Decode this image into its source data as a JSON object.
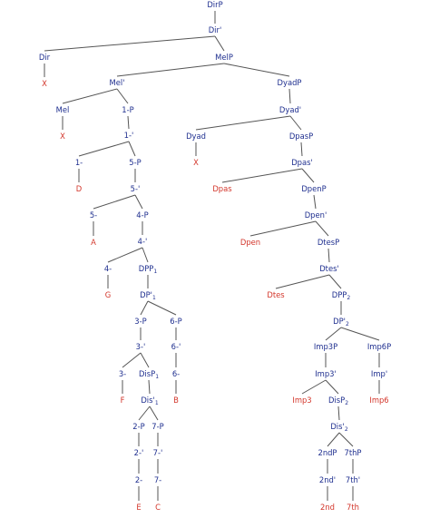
{
  "tree": {
    "nodes": {
      "DirP": "DirP",
      "Dir1": "Dir'",
      "Dir": "Dir",
      "MelP": "MelP",
      "X1": "X",
      "Mel1": "Mel'",
      "DyadP": "DyadP",
      "Mel": "Mel",
      "P1": "1-P",
      "Dyad1": "Dyad'",
      "X2": "X",
      "One1": "1-'",
      "Dyad": "Dyad",
      "DpasP": "DpasP",
      "One": "1-",
      "P5": "5-P",
      "X3": "X",
      "Dpas1": "Dpas'",
      "D": "D",
      "Five1": "5-'",
      "Dpas": "Dpas",
      "DpenP": "DpenP",
      "Five": "5-",
      "P4": "4-P",
      "Dpen1": "Dpen'",
      "A": "A",
      "Four1": "4-'",
      "Dpen": "Dpen",
      "DtesP": "DtesP",
      "Four": "4-",
      "DPP1": "DPP",
      "Dtes1": "Dtes'",
      "G": "G",
      "DP11": "DP'",
      "Dtes": "Dtes",
      "DPP2": "DPP",
      "P3": "3-P",
      "P6": "6-P",
      "DP21": "DP'",
      "Three1": "3-'",
      "Six1": "6-'",
      "Imp3P": "Imp3P",
      "Imp6P": "Imp6P",
      "Three": "3-",
      "DisP1": "DisP",
      "Six": "6-",
      "Imp31": "Imp3'",
      "Imp61": "Imp'",
      "F": "F",
      "Dis11": "Dis'",
      "B": "B",
      "Imp3": "Imp3",
      "DisP2": "DisP",
      "Imp6": "Imp6",
      "P2": "2-P",
      "P7": "7-P",
      "Dis21": "Dis'",
      "Two1": "2-'",
      "Seven1": "7-'",
      "NdP": "2ndP",
      "ThP": "7thP",
      "Two": "2-",
      "Seven": "7-",
      "Nd1": "2nd'",
      "Th1": "7th'",
      "E": "E",
      "C": "C",
      "Nd": "2nd",
      "Th": "7th"
    },
    "subscripts": {
      "DPP1": "1",
      "DP11": "1",
      "DisP1": "1",
      "Dis11": "1",
      "DPP2": "2",
      "DP21": "2",
      "DisP2": "2",
      "Dis21": "2"
    },
    "leaves": [
      "X1",
      "X2",
      "X3",
      "D",
      "A",
      "G",
      "F",
      "B",
      "E",
      "C",
      "Dpas",
      "Dpen",
      "Dtes",
      "Imp3",
      "Imp6",
      "Nd",
      "Th"
    ],
    "edges": [
      [
        "DirP",
        "Dir1"
      ],
      [
        "Dir1",
        "Dir"
      ],
      [
        "Dir1",
        "MelP"
      ],
      [
        "Dir",
        "X1"
      ],
      [
        "MelP",
        "Mel1"
      ],
      [
        "MelP",
        "DyadP"
      ],
      [
        "Mel1",
        "Mel"
      ],
      [
        "Mel1",
        "P1"
      ],
      [
        "Mel",
        "X2"
      ],
      [
        "P1",
        "One1"
      ],
      [
        "One1",
        "One"
      ],
      [
        "One1",
        "P5"
      ],
      [
        "One",
        "D"
      ],
      [
        "P5",
        "Five1"
      ],
      [
        "Five1",
        "Five"
      ],
      [
        "Five1",
        "P4"
      ],
      [
        "Five",
        "A"
      ],
      [
        "P4",
        "Four1"
      ],
      [
        "Four1",
        "Four"
      ],
      [
        "Four1",
        "DPP1"
      ],
      [
        "Four",
        "G"
      ],
      [
        "DPP1",
        "DP11"
      ],
      [
        "DP11",
        "P3"
      ],
      [
        "DP11",
        "P6"
      ],
      [
        "P3",
        "Three1"
      ],
      [
        "Three1",
        "Three"
      ],
      [
        "Three1",
        "DisP1"
      ],
      [
        "Three",
        "F"
      ],
      [
        "DisP1",
        "Dis11"
      ],
      [
        "Dis11",
        "P2"
      ],
      [
        "Dis11",
        "P7"
      ],
      [
        "P2",
        "Two1"
      ],
      [
        "Two1",
        "Two"
      ],
      [
        "Two",
        "E"
      ],
      [
        "P7",
        "Seven1"
      ],
      [
        "Seven1",
        "Seven"
      ],
      [
        "Seven",
        "C"
      ],
      [
        "P6",
        "Six1"
      ],
      [
        "Six1",
        "Six"
      ],
      [
        "Six",
        "B"
      ],
      [
        "DyadP",
        "Dyad1"
      ],
      [
        "Dyad1",
        "Dyad"
      ],
      [
        "Dyad1",
        "DpasP"
      ],
      [
        "Dyad",
        "X3"
      ],
      [
        "DpasP",
        "Dpas1"
      ],
      [
        "Dpas1",
        "Dpas"
      ],
      [
        "Dpas1",
        "DpenP"
      ],
      [
        "DpenP",
        "Dpen1"
      ],
      [
        "Dpen1",
        "Dpen"
      ],
      [
        "Dpen1",
        "DtesP"
      ],
      [
        "DtesP",
        "Dtes1"
      ],
      [
        "Dtes1",
        "Dtes"
      ],
      [
        "Dtes1",
        "DPP2"
      ],
      [
        "DPP2",
        "DP21"
      ],
      [
        "DP21",
        "Imp3P"
      ],
      [
        "DP21",
        "Imp6P"
      ],
      [
        "Imp3P",
        "Imp31"
      ],
      [
        "Imp31",
        "Imp3"
      ],
      [
        "Imp31",
        "DisP2"
      ],
      [
        "DisP2",
        "Dis21"
      ],
      [
        "Dis21",
        "NdP"
      ],
      [
        "Dis21",
        "ThP"
      ],
      [
        "NdP",
        "Nd1"
      ],
      [
        "Nd1",
        "Nd"
      ],
      [
        "ThP",
        "Th1"
      ],
      [
        "Th1",
        "Th"
      ],
      [
        "Imp6P",
        "Imp61"
      ],
      [
        "Imp61",
        "Imp6"
      ]
    ],
    "colors": {
      "category": "#1f2f8f",
      "leaf": "#d3362b",
      "edge": "#555555"
    }
  }
}
